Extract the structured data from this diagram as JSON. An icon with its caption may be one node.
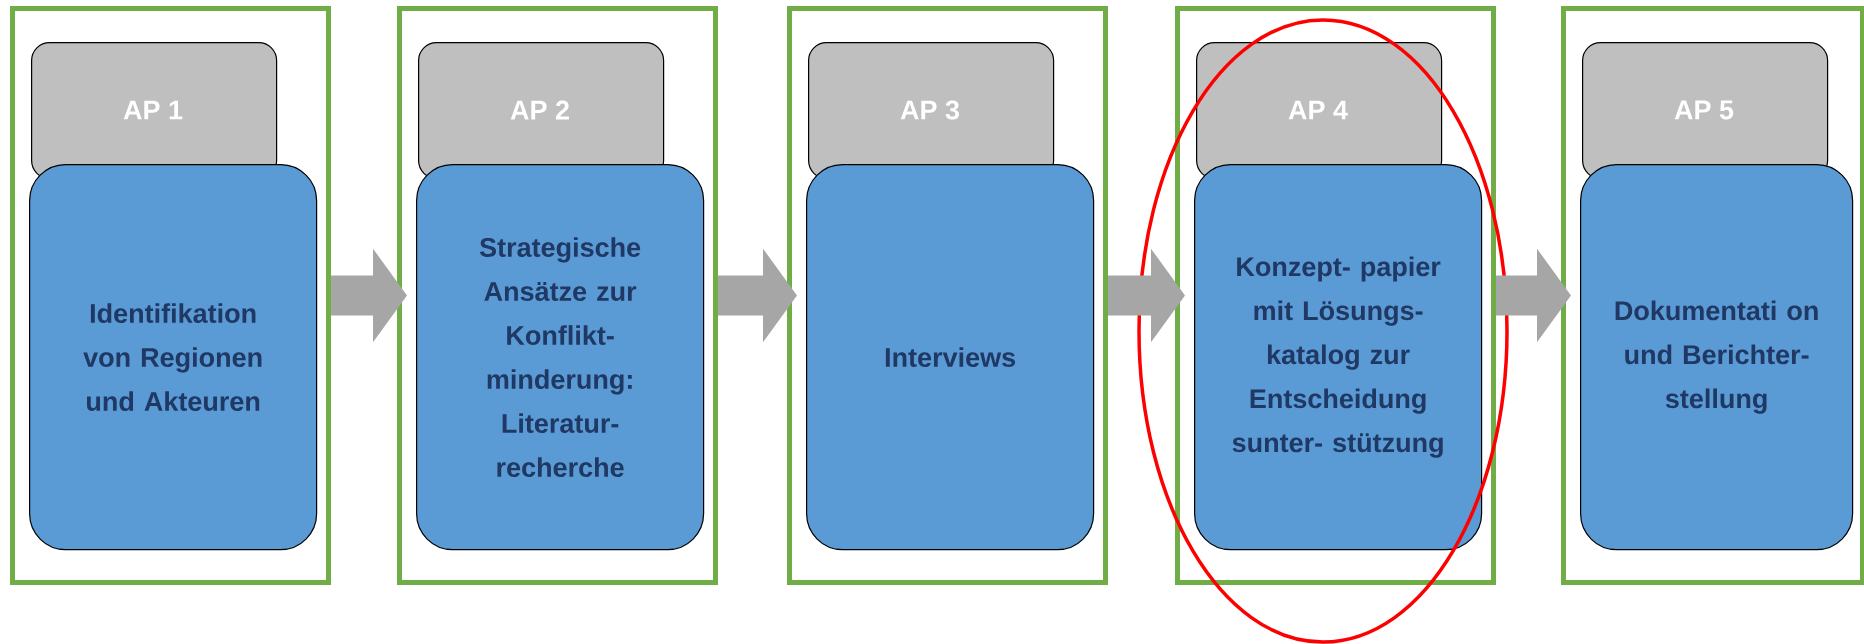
{
  "diagram": {
    "nodes": [
      {
        "text": [],
        "shape": "box"
      },
      {
        "text": [
          "AP 1"
        ],
        "in": 0
      },
      {
        "text": [
          "Identifikation von Regionen und Akteuren"
        ],
        "in": 0
      },
      {
        "text": [],
        "shape": "box"
      },
      {
        "text": [
          "AP 2"
        ],
        "in": 3
      },
      {
        "text": [
          "Strategische Ansätze zur Konflikt- minderung: Literatur- recherche"
        ],
        "in": 3
      },
      {
        "text": [],
        "shape": "box"
      },
      {
        "text": [
          "AP 3"
        ],
        "in": 6
      },
      {
        "text": [
          "Interviews"
        ],
        "in": 6
      },
      {
        "text": [],
        "shape": "box"
      },
      {
        "text": [
          "AP 4"
        ],
        "in": 9
      },
      {
        "text": [
          "Konzept- papier mit Lösungs- katalog zur Entscheidung sunter- stützung"
        ],
        "in": 9
      },
      {
        "text": [],
        "shape": "box"
      },
      {
        "text": [
          "AP 5"
        ],
        "in": 12
      },
      {
        "text": [
          "Dokumentati on und Berichter- stellung"
        ],
        "in": 12
      }
    ],
    "edges": [
      {
        "from": 0,
        "to": 3,
        "arrow": "to"
      },
      {
        "from": 3,
        "to": 6,
        "arrow": "to"
      },
      {
        "from": 6,
        "to": 9,
        "arrow": "to"
      },
      {
        "from": 9,
        "to": 12,
        "arrow": "to"
      }
    ]
  }
}
